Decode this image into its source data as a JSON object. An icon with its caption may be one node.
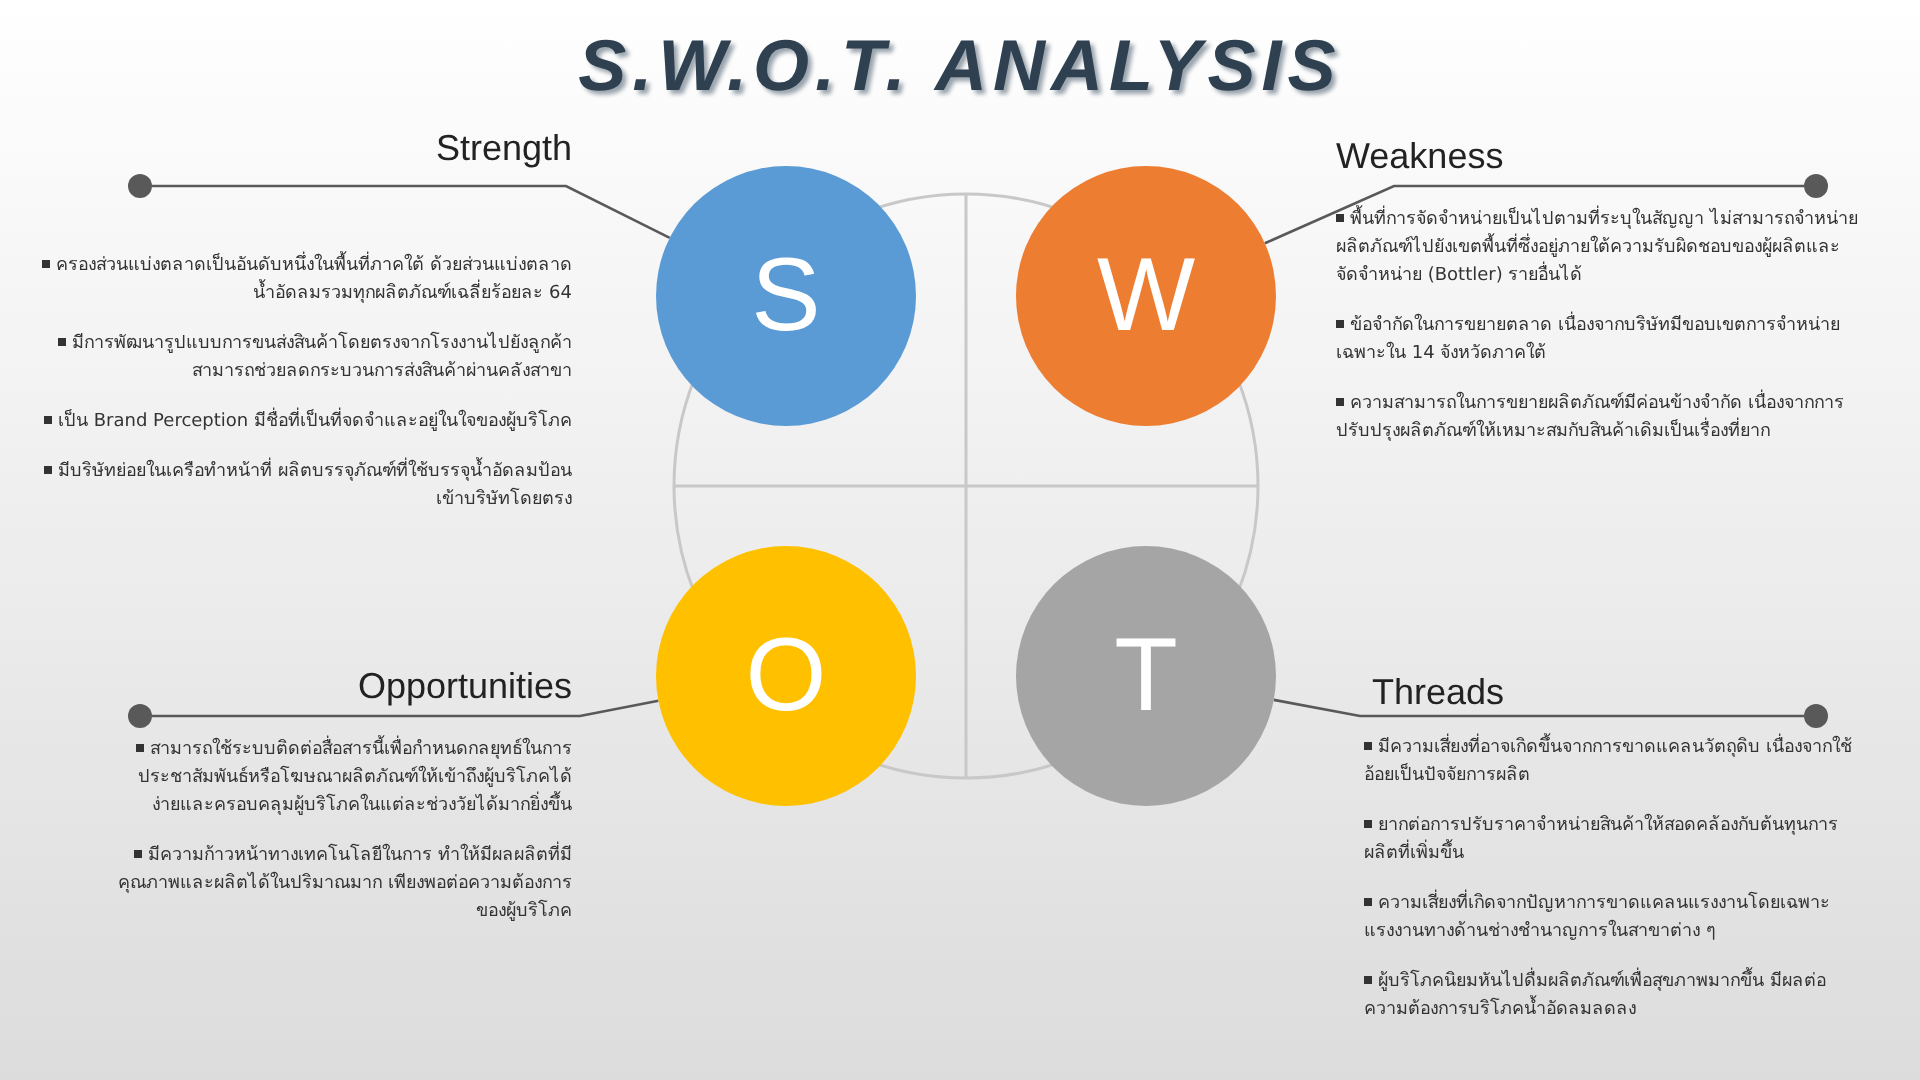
{
  "diagram": {
    "title": "S.W.O.T. ANALYSIS",
    "nodes": [
      {
        "text": [
          "S"
        ]
      },
      {
        "text": [
          "W"
        ]
      },
      {
        "text": [
          "O"
        ]
      },
      {
        "text": [
          "T"
        ]
      },
      {
        "text": [],
        "shape": "circle"
      },
      {
        "text": [],
        "shape": "circle"
      },
      {
        "text": [],
        "shape": "circle"
      },
      {
        "text": [],
        "shape": "circle"
      }
    ],
    "edges": [
      {
        "from": 4,
        "to": 0,
        "arrow": "none"
      },
      {
        "from": 5,
        "to": 1,
        "arrow": "none"
      },
      {
        "from": 6,
        "to": 2,
        "arrow": "none"
      },
      {
        "from": 7,
        "to": 3,
        "arrow": "none"
      }
    ],
    "labels": [
      "Strength",
      "ครองส่วนแบ่งตลาดเป็นอันดับหนึ่งในพื้นที่ภาคใต้ ด้วยส่วนแบ่งตลาดน้ำอัดลมรวมทุกผลิตภัณฑ์เฉลี่ยร้อยละ 64",
      "มีการพัฒนารูปแบบการขนส่งสินค้าโดยตรงจากโรงงานไปยังลูกค้า สามารถช่วยลดกระบวนการส่งสินค้าผ่านคลังสาขา",
      "เป็น Brand Perception มีชื่อที่เป็นที่จดจำและอยู่ในใจของผู้บริโภค",
      "มีบริษัทย่อยในเครือทำหน้าที่ ผลิตบรรจุภัณฑ์ที่ใช้บรรจุน้ำอัดลมป้อนเข้าบริษัทโดยตรง",
      "Weakness",
      "พื้นที่การจัดจำหน่ายเป็นไปตามที่ระบุในสัญญา ไม่สามารถจำหน่ายผลิตภัณฑ์ไปยังเขตพื้นที่ซึ่งอยู่ภายใต้ความรับผิดชอบของผู้ผลิตและจัดจำหน่าย (Bottler) รายอื่นได้",
      "ข้อจำกัดในการขยายตลาด เนื่องจากบริษัทมีขอบเขตการจำหน่ายเฉพาะใน 14 จังหวัดภาคใต้",
      "ความสามารถในการขยายผลิตภัณฑ์มีค่อนข้างจำกัด เนื่องจากการปรับปรุงผลิตภัณฑ์ให้เหมาะสมกับสินค้าเดิมเป็นเรื่องที่ยาก",
      "Opportunities",
      "สามารถใช้ระบบติดต่อสื่อสารนี้เพื่อกำหนดกลยุทธ์ในการประชาสัมพันธ์หรือโฆษณาผลิตภัณฑ์ให้เข้าถึงผู้บริโภคได้ง่ายและครอบคลุมผู้บริโภคในแต่ละช่วงวัยได้มากยิ่งขึ้น",
      "มีความก้าวหน้าทางเทคโนโลยีในการ ทำให้มีผลผลิตที่มีคุณภาพและผลิตได้ในปริมาณมาก เพียงพอต่อความต้องการของผู้บริโภค",
      "Threads",
      "มีความเสี่ยงที่อาจเกิดขึ้นจากการขาดแคลนวัตถุดิบ เนื่องจากใช้อ้อยเป็นปัจจัยการผลิต",
      "ยากต่อการปรับราคาจำหน่ายสินค้าให้สอดคล้องกับต้นทุนการผลิตที่เพิ่มขึ้น",
      "ความเสี่ยงที่เกิดจากปัญหาการขาดแคลนแรงงานโดยเฉพาะแรงงานทางด้านช่างชำนาญการในสาขาต่าง ๆ",
      "ผู้บริโภคนิยมหันไปดื่มผลิตภัณฑ์เพื่อสุขภาพมากขึ้น มีผลต่อความต้องการบริโภคน้ำอัดลมลดลง"
    ]
  }
}
